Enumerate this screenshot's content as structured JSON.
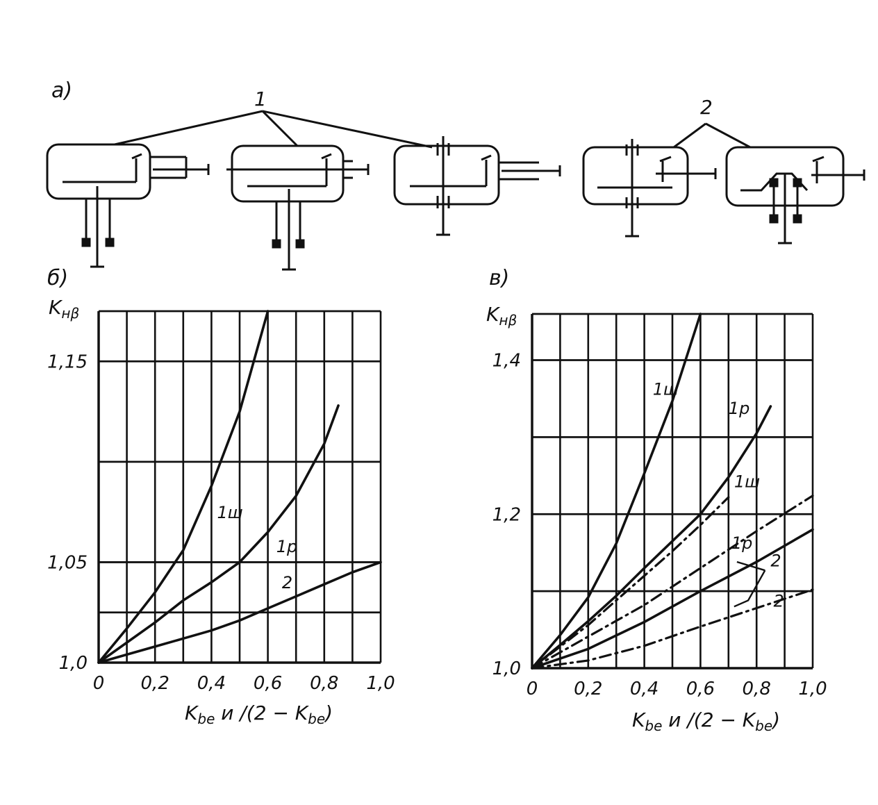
{
  "figure": {
    "panel_a": {
      "label": "а)",
      "callouts": [
        {
          "text": "1",
          "meaning": "gear reducer schemes of group 1"
        },
        {
          "text": "2",
          "meaning": "gear reducer schemes of group 2"
        }
      ]
    }
  },
  "chart_data": [
    {
      "type": "line",
      "panel_label": "б)",
      "ylabel_main": "K",
      "ylabel_sub": "нβ",
      "xlabel_parts": [
        "K",
        "be",
        " и /(2 − K",
        "be",
        ")"
      ],
      "xlim": [
        0,
        1.0
      ],
      "ylim": [
        1.0,
        1.175
      ],
      "x_ticks": [
        "0",
        "0,2",
        "0,4",
        "0,6",
        "0,8",
        "1,0"
      ],
      "x_tick_values": [
        0,
        0.2,
        0.4,
        0.6,
        0.8,
        1.0
      ],
      "y_ticks": [
        "1,0",
        "1,05",
        "1,15"
      ],
      "y_tick_values": [
        1.0,
        1.05,
        1.15
      ],
      "grid": true,
      "series": [
        {
          "name": "1ш",
          "style": "solid",
          "x": [
            0,
            0.1,
            0.2,
            0.3,
            0.4,
            0.5,
            0.6
          ],
          "y": [
            1.0,
            1.017,
            1.035,
            1.056,
            1.088,
            1.125,
            1.175
          ]
        },
        {
          "name": "1р",
          "style": "solid",
          "x": [
            0,
            0.1,
            0.2,
            0.3,
            0.4,
            0.5,
            0.6,
            0.7,
            0.8,
            0.85
          ],
          "y": [
            1.0,
            1.01,
            1.02,
            1.031,
            1.04,
            1.05,
            1.065,
            1.083,
            1.109,
            1.128
          ]
        },
        {
          "name": "2",
          "style": "solid",
          "x": [
            0,
            0.1,
            0.2,
            0.3,
            0.4,
            0.5,
            0.6,
            0.7,
            0.8,
            0.9,
            1.0
          ],
          "y": [
            1.0,
            1.004,
            1.008,
            1.012,
            1.016,
            1.021,
            1.027,
            1.033,
            1.039,
            1.045,
            1.05
          ]
        }
      ]
    },
    {
      "type": "line",
      "panel_label": "в)",
      "ylabel_main": "K",
      "ylabel_sub": "нβ",
      "xlabel_parts": [
        "K",
        "be",
        " и /(2 − K",
        "be",
        ")"
      ],
      "xlim": [
        0,
        1.0
      ],
      "ylim": [
        1.0,
        1.46
      ],
      "x_ticks": [
        "0",
        "0,2",
        "0,4",
        "0,6",
        "0,8",
        "1,0"
      ],
      "x_tick_values": [
        0,
        0.2,
        0.4,
        0.6,
        0.8,
        1.0
      ],
      "y_ticks": [
        "1,0",
        "1,2",
        "1,4"
      ],
      "y_tick_values": [
        1.0,
        1.2,
        1.4
      ],
      "grid": true,
      "series": [
        {
          "name": "1ш",
          "style": "solid",
          "x": [
            0,
            0.1,
            0.2,
            0.3,
            0.4,
            0.5,
            0.6
          ],
          "y": [
            1.0,
            1.043,
            1.092,
            1.162,
            1.253,
            1.347,
            1.46
          ]
        },
        {
          "name": "1р",
          "style": "solid",
          "x": [
            0,
            0.1,
            0.2,
            0.3,
            0.4,
            0.5,
            0.6,
            0.7,
            0.8,
            0.85
          ],
          "y": [
            1.0,
            1.03,
            1.061,
            1.094,
            1.13,
            1.165,
            1.2,
            1.248,
            1.305,
            1.34
          ]
        },
        {
          "name": "1ш",
          "style": "dashdot",
          "x": [
            0,
            0.1,
            0.2,
            0.3,
            0.4,
            0.5,
            0.6,
            0.7
          ],
          "y": [
            1.0,
            1.028,
            1.056,
            1.088,
            1.12,
            1.152,
            1.186,
            1.222
          ]
        },
        {
          "name": "1р",
          "style": "dashdot",
          "x": [
            0,
            0.2,
            0.4,
            0.6,
            0.8,
            1.0
          ],
          "y": [
            1.0,
            1.041,
            1.082,
            1.13,
            1.178,
            1.224
          ]
        },
        {
          "name": "2",
          "style": "solid",
          "x": [
            0,
            0.2,
            0.4,
            0.6,
            0.8,
            1.0
          ],
          "y": [
            1.0,
            1.025,
            1.06,
            1.1,
            1.138,
            1.18
          ]
        },
        {
          "name": "2",
          "style": "dashdot",
          "x": [
            0,
            0.2,
            0.4,
            0.6,
            0.8,
            1.0
          ],
          "y": [
            1.0,
            1.01,
            1.029,
            1.054,
            1.078,
            1.102
          ]
        }
      ]
    }
  ]
}
